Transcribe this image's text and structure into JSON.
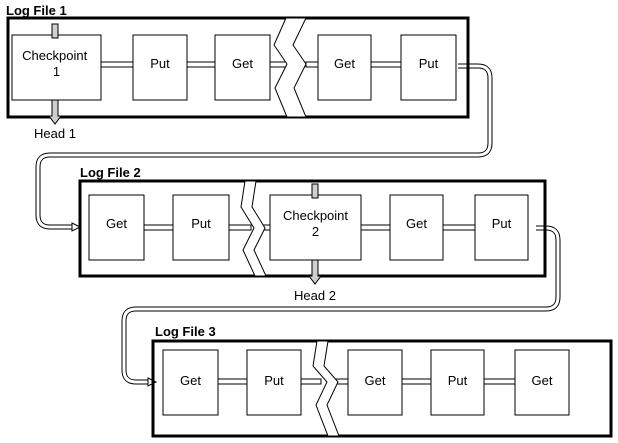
{
  "logs": [
    {
      "title": "Log File 1",
      "records": [
        "Checkpoint 1",
        "Put",
        "Get",
        "Get",
        "Put"
      ],
      "head_label": "Head 1"
    },
    {
      "title": "Log File 2",
      "records": [
        "Get",
        "Put",
        "Checkpoint 2",
        "Get",
        "Put"
      ],
      "head_label": "Head 2"
    },
    {
      "title": "Log File 3",
      "records": [
        "Get",
        "Put",
        "Get",
        "Put",
        "Get"
      ]
    }
  ]
}
